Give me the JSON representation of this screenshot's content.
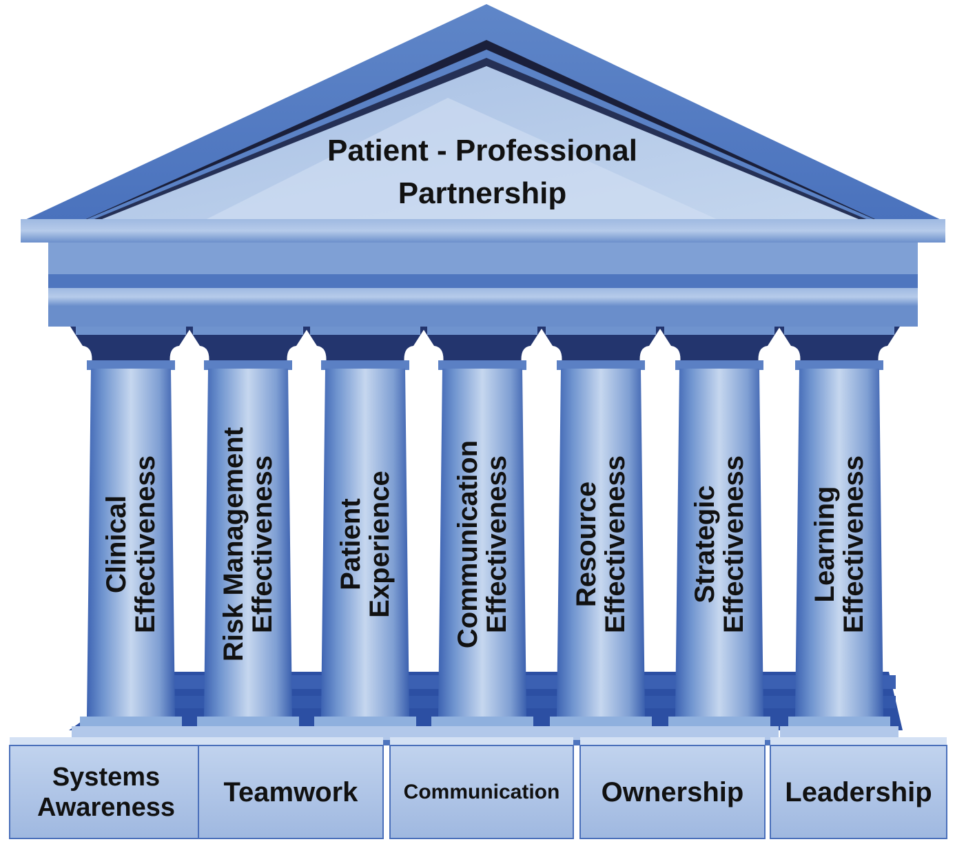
{
  "title": {
    "line1": "Patient - Professional",
    "line2": "Partnership"
  },
  "pillars": [
    {
      "line1": "Clinical",
      "line2": "Effectiveness"
    },
    {
      "line1": "Risk Management",
      "line2": "Effectiveness"
    },
    {
      "line1": "Patient",
      "line2": "Experience"
    },
    {
      "line1": "Communication",
      "line2": "Effectiveness"
    },
    {
      "line1": "Resource",
      "line2": "Effectiveness"
    },
    {
      "line1": "Strategic",
      "line2": "Effectiveness"
    },
    {
      "line1": "Learning",
      "line2": "Effectiveness"
    }
  ],
  "foundation": [
    {
      "line1": "Systems",
      "line2": "Awareness"
    },
    {
      "line1": "Teamwork",
      "line2": ""
    },
    {
      "line1": "Communication",
      "line2": ""
    },
    {
      "line1": "Ownership",
      "line2": ""
    },
    {
      "line1": "Leadership",
      "line2": ""
    }
  ],
  "colors": {
    "stone_light": "#b9cde9",
    "stone_mid": "#7d9fd4",
    "stone_dark": "#3a5fae",
    "shadow": "#1f3f8f",
    "text": "#111111"
  }
}
